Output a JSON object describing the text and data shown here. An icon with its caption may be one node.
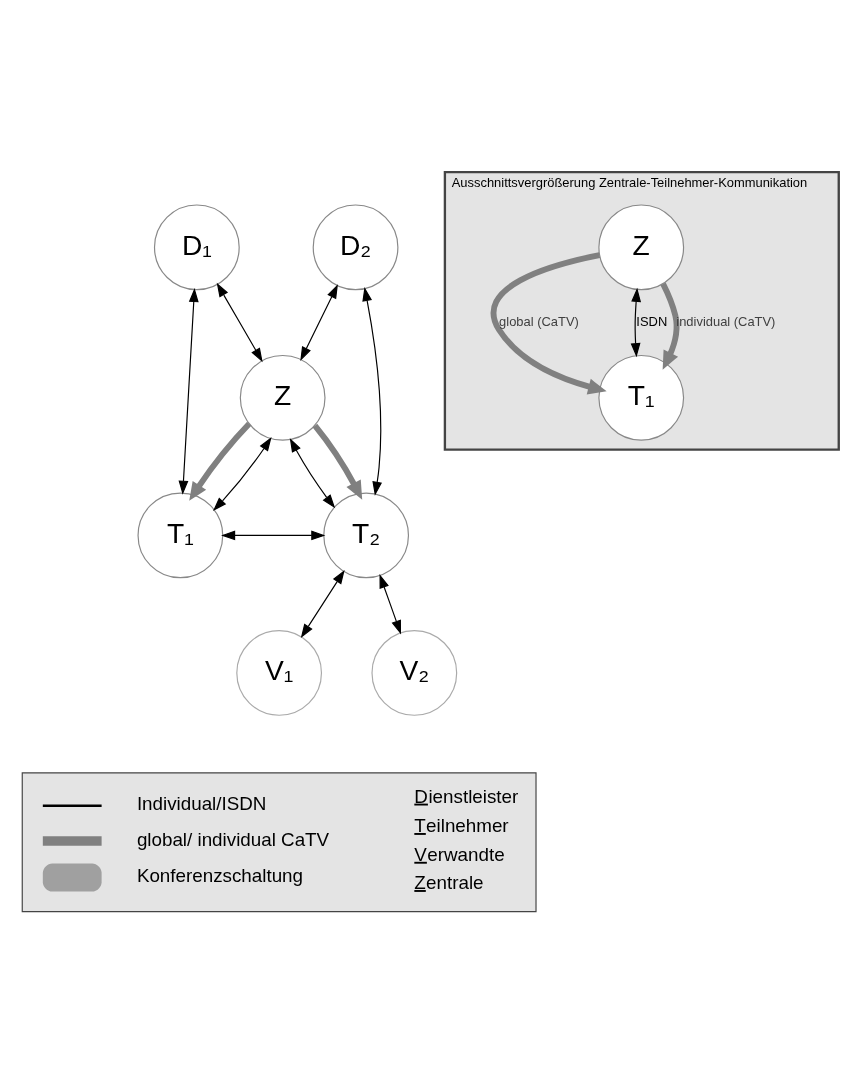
{
  "diagram": {
    "nodes": [
      {
        "text": [
          "D₁"
        ]
      },
      {
        "text": [
          "D₂"
        ]
      },
      {
        "text": [
          "Z"
        ]
      },
      {
        "text": [
          "T₁"
        ]
      },
      {
        "text": [
          "T₂"
        ]
      },
      {
        "text": [
          "V₁"
        ]
      },
      {
        "text": [
          "V₂"
        ]
      },
      {
        "text": [
          "Ausschnittsvergrößerung Zentrale-Teilnehmer-Kommunikation"
        ]
      },
      {
        "text": [
          "Z"
        ],
        "in": 7
      },
      {
        "text": [
          "T₁"
        ],
        "in": 7
      }
    ],
    "edges": [
      {
        "from": 0,
        "to": 3,
        "arrow": "both"
      },
      {
        "from": 0,
        "to": 2,
        "arrow": "both"
      },
      {
        "from": 1,
        "to": 2,
        "arrow": "both"
      },
      {
        "from": 1,
        "to": 4,
        "arrow": "both"
      },
      {
        "from": 2,
        "to": 3,
        "arrow": "to",
        "style": "thick",
        "color": "#808080"
      },
      {
        "from": 2,
        "to": 3,
        "arrow": "both"
      },
      {
        "from": 2,
        "to": 4,
        "arrow": "both"
      },
      {
        "from": 2,
        "to": 4,
        "arrow": "to",
        "style": "thick",
        "color": "#808080"
      },
      {
        "from": 3,
        "to": 4,
        "arrow": "both"
      },
      {
        "from": 4,
        "to": 5,
        "arrow": "both"
      },
      {
        "from": 4,
        "to": 6,
        "arrow": "both"
      },
      {
        "from": 8,
        "to": 9,
        "arrow": "to",
        "label": "global (CaTV)",
        "style": "thick",
        "color": "#808080"
      },
      {
        "from": 8,
        "to": 9,
        "arrow": "both",
        "label": "ISDN"
      },
      {
        "from": 8,
        "to": 9,
        "arrow": "to",
        "label": "individual (CaTV)",
        "style": "thick",
        "color": "#808080"
      }
    ],
    "labels": [
      "Dienstleister",
      "Teilnehmer",
      "Verwandte",
      "Zentrale"
    ],
    "legend": [
      {
        "text": "Individual/ISDN"
      },
      {
        "text": "global/ individual CaTV"
      },
      {
        "text": "Konferenzschaltung",
        "color": "#a0a0a0"
      }
    ]
  }
}
